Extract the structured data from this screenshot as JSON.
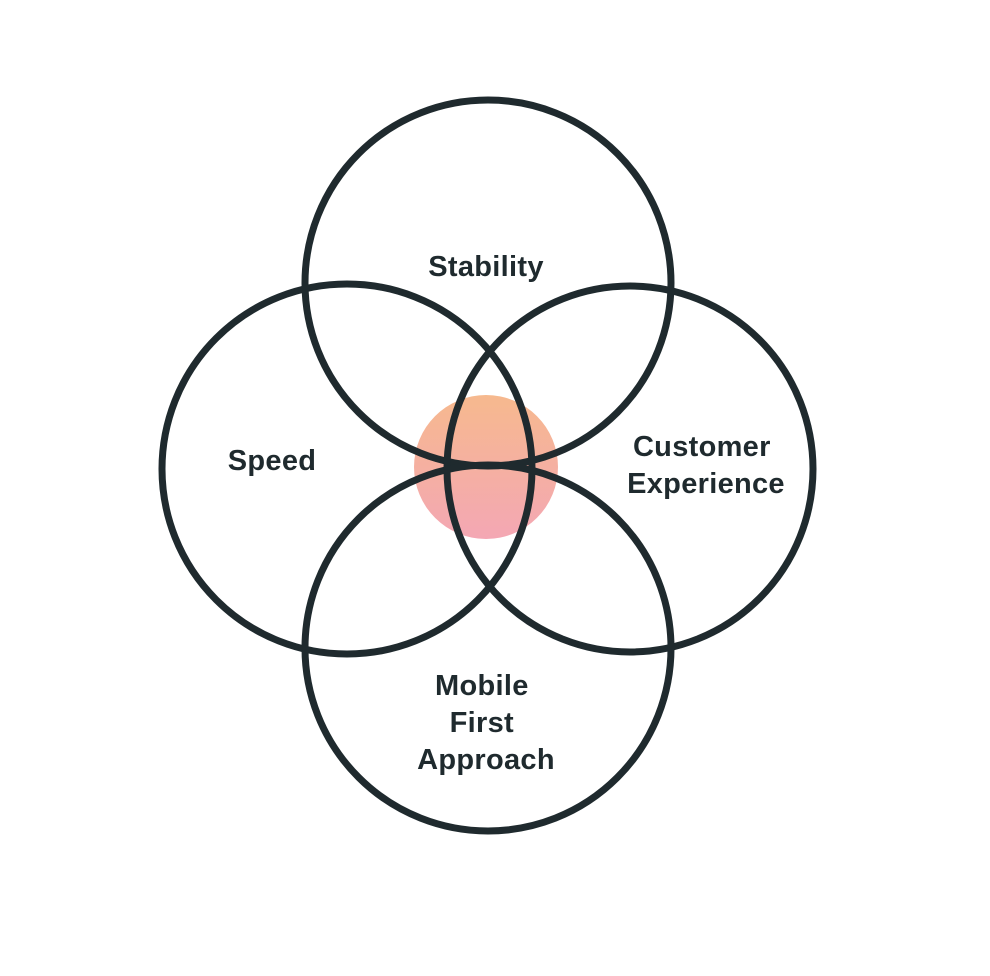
{
  "diagram": {
    "type": "venn",
    "stroke_color": "#1f2a2e",
    "center_gradient": [
      "#f6b98e",
      "#f4a7b4"
    ],
    "sets": [
      {
        "id": "stability",
        "lines": [
          "Stability"
        ]
      },
      {
        "id": "speed",
        "lines": [
          "Speed"
        ]
      },
      {
        "id": "customer-experience",
        "lines": [
          "Customer",
          "Experience"
        ]
      },
      {
        "id": "mobile-first-approach",
        "lines": [
          "Mobile",
          "First",
          "Approach"
        ]
      }
    ]
  }
}
